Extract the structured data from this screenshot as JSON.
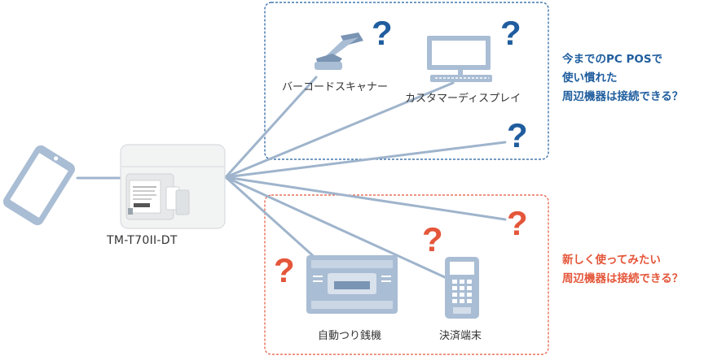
{
  "printer": {
    "label": "TM-T70II-DT"
  },
  "current_devices": [
    {
      "id": "barcode",
      "label": "バーコードスキャナー"
    },
    {
      "id": "display",
      "label": "カスタマーディスプレイ"
    }
  ],
  "new_devices": [
    {
      "id": "cash",
      "label": "自動つり銭機"
    },
    {
      "id": "payment",
      "label": "決済端末"
    }
  ],
  "question_mark": "?",
  "notes": {
    "current": [
      "今までのPC POSで",
      "使い慣れた",
      "周辺機器は接続できる？"
    ],
    "new": [
      "新しく使ってみたい",
      "周辺機器は接続できる？"
    ]
  },
  "colors": {
    "blue": "#1f5d9e",
    "orange": "#e4563a",
    "line": "#9fb4cc",
    "device_fill": "#a9bdd4",
    "device_dark": "#7a94b3"
  }
}
